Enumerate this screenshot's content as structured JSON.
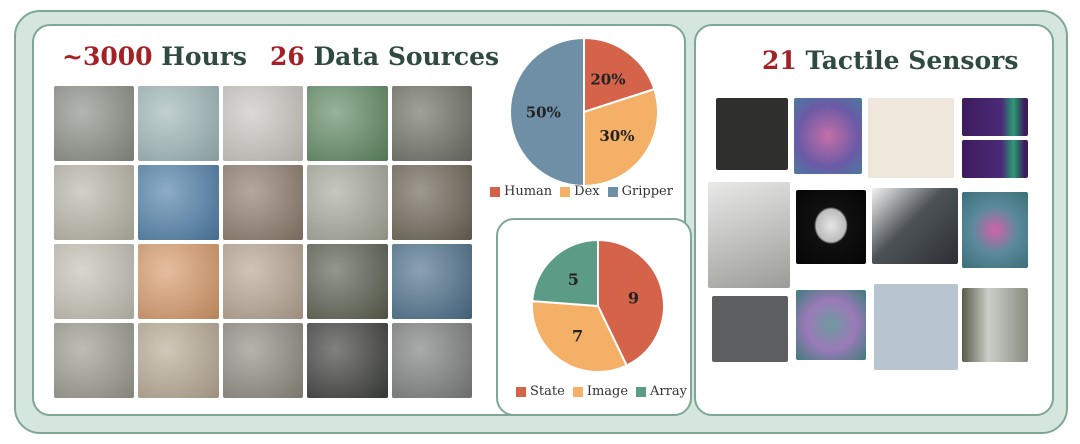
{
  "left_panel": {
    "title_prefix": "~3000",
    "title_suffix": " Hours",
    "title2_prefix": "26",
    "title2_suffix": " Data Sources"
  },
  "right_panel": {
    "title_prefix": "21",
    "title_suffix": " Tactile Sensors"
  },
  "colors": {
    "frame_bg": "#d5e6de",
    "border": "#7fa796",
    "highlight": "#a32125",
    "human_state": "#d4634a",
    "dex_image": "#f4b066",
    "gripper": "#6e8fa6",
    "array": "#5c9c86"
  },
  "chart_data": [
    {
      "type": "pie",
      "series": [
        {
          "label": "Human",
          "value": 20,
          "display": "20%",
          "color": "#d4634a"
        },
        {
          "label": "Dex",
          "value": 30,
          "display": "30%",
          "color": "#f4b066"
        },
        {
          "label": "Gripper",
          "value": 50,
          "display": "50%",
          "color": "#6e8fa6"
        }
      ],
      "legend": [
        "Human",
        "Dex",
        "Gripper"
      ]
    },
    {
      "type": "pie",
      "series": [
        {
          "label": "State",
          "value": 9,
          "display": "9",
          "color": "#d4634a"
        },
        {
          "label": "Image",
          "value": 7,
          "display": "7",
          "color": "#f4b066"
        },
        {
          "label": "Array",
          "value": 5,
          "display": "5",
          "color": "#5c9c86"
        }
      ],
      "legend": [
        "State",
        "Image",
        "Array"
      ]
    }
  ]
}
